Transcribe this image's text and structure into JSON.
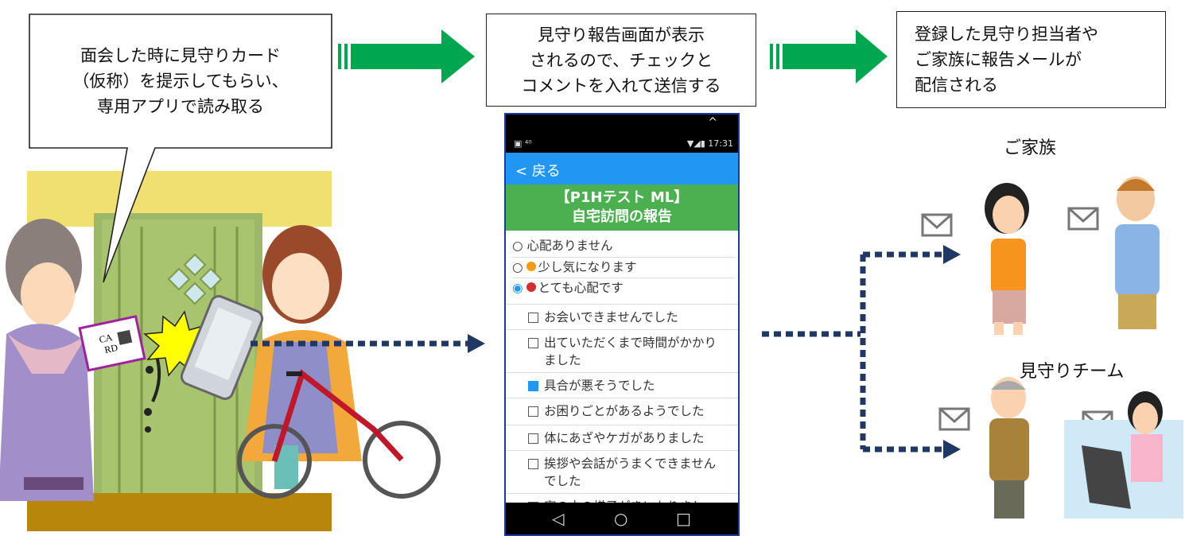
{
  "step1": {
    "lines": [
      "面会した時に見守りカード",
      "（仮称）を提示してもらい、",
      "専用アプリで読み取る"
    ]
  },
  "step2": {
    "lines": [
      "見守り報告画面が表示",
      "されるので、チェックと",
      "コメントを入れて送信する"
    ]
  },
  "step3": {
    "lines": [
      "登録した見守り担当者や",
      "ご家族に報告メールが",
      "配信される"
    ]
  },
  "card_text": [
    "CA",
    "RD"
  ],
  "family_label": "ご家族",
  "team_label": "見守りチーム",
  "phone": {
    "caret": "^",
    "status_left": "▣ ⁴⁰",
    "status_time": "17:31",
    "back": "< 戻る",
    "header_line1": "【P1Hテスト ML】",
    "header_line2": "自宅訪問の報告",
    "options": [
      {
        "label": "心配ありません",
        "selected": false,
        "badge": ""
      },
      {
        "label": "少し気になります",
        "selected": false,
        "badge": "#f39c12"
      },
      {
        "label": "とても心配です",
        "selected": true,
        "badge": "#d32f2f"
      }
    ],
    "checks": [
      {
        "label": "お会いできませんでした",
        "checked": false
      },
      {
        "label": "出ていただくまで時間がかかりました",
        "checked": false
      },
      {
        "label": "具合が悪そうでした",
        "checked": true
      },
      {
        "label": "お困りごとがあるようでした",
        "checked": false
      },
      {
        "label": "体にあざやケガがありました",
        "checked": false
      },
      {
        "label": "挨拶や会話がうまくできませんでした",
        "checked": false
      },
      {
        "label": "家の中の様子がきになりまし",
        "checked": false
      }
    ],
    "nav": [
      "◁",
      "○",
      "□"
    ]
  },
  "colors": {
    "arrow_green": "#00a650",
    "dots_navy": "#1f3864",
    "appbar": "#2196f3",
    "header_green": "#4caf50"
  }
}
